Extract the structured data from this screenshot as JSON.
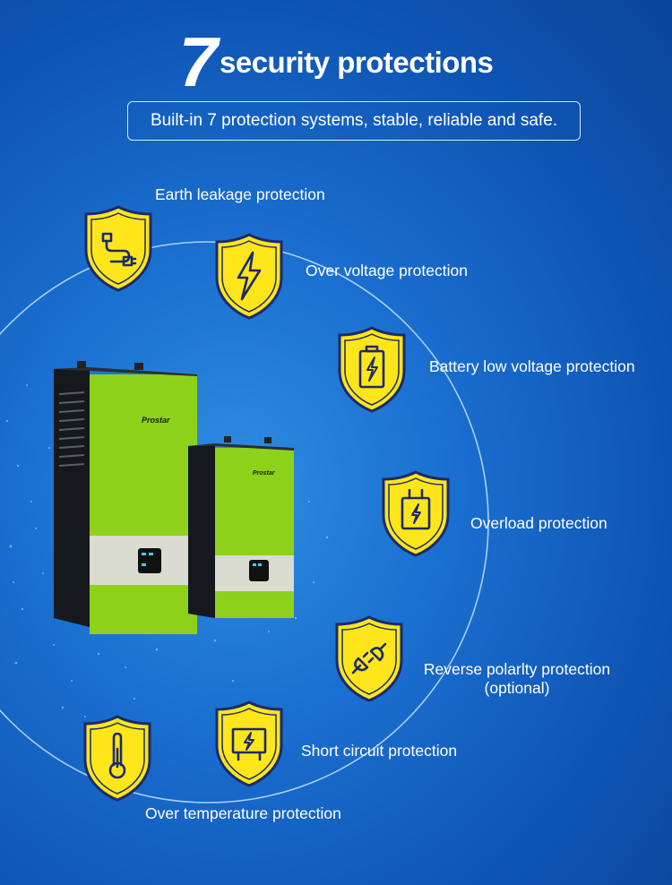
{
  "header": {
    "number": "7",
    "title": "security protections",
    "subtitle": "Built-in 7 protection systems, stable, reliable and safe."
  },
  "colors": {
    "background": "#1766c8",
    "shield_fill": "#ffe61a",
    "shield_outline": "#1b2a6b",
    "inverter_green": "#8ed11a",
    "inverter_dark": "#1c1f24"
  },
  "product": {
    "brand": "Prostar"
  },
  "protections": [
    {
      "label": "Earth leakage protection",
      "icon": "plug-cable-icon"
    },
    {
      "label": "Over voltage protection",
      "icon": "lightning-bolt-icon"
    },
    {
      "label": "Battery low voltage protection",
      "icon": "battery-charge-icon"
    },
    {
      "label": "Overload protection",
      "icon": "socket-bolt-icon"
    },
    {
      "label": "Reverse polarlty protection",
      "label_line2": "(optional)",
      "icon": "unplugged-plug-icon"
    },
    {
      "label": "Short circuit protection",
      "icon": "circuit-board-icon"
    },
    {
      "label": "Over temperature protection",
      "icon": "thermometer-icon"
    }
  ]
}
